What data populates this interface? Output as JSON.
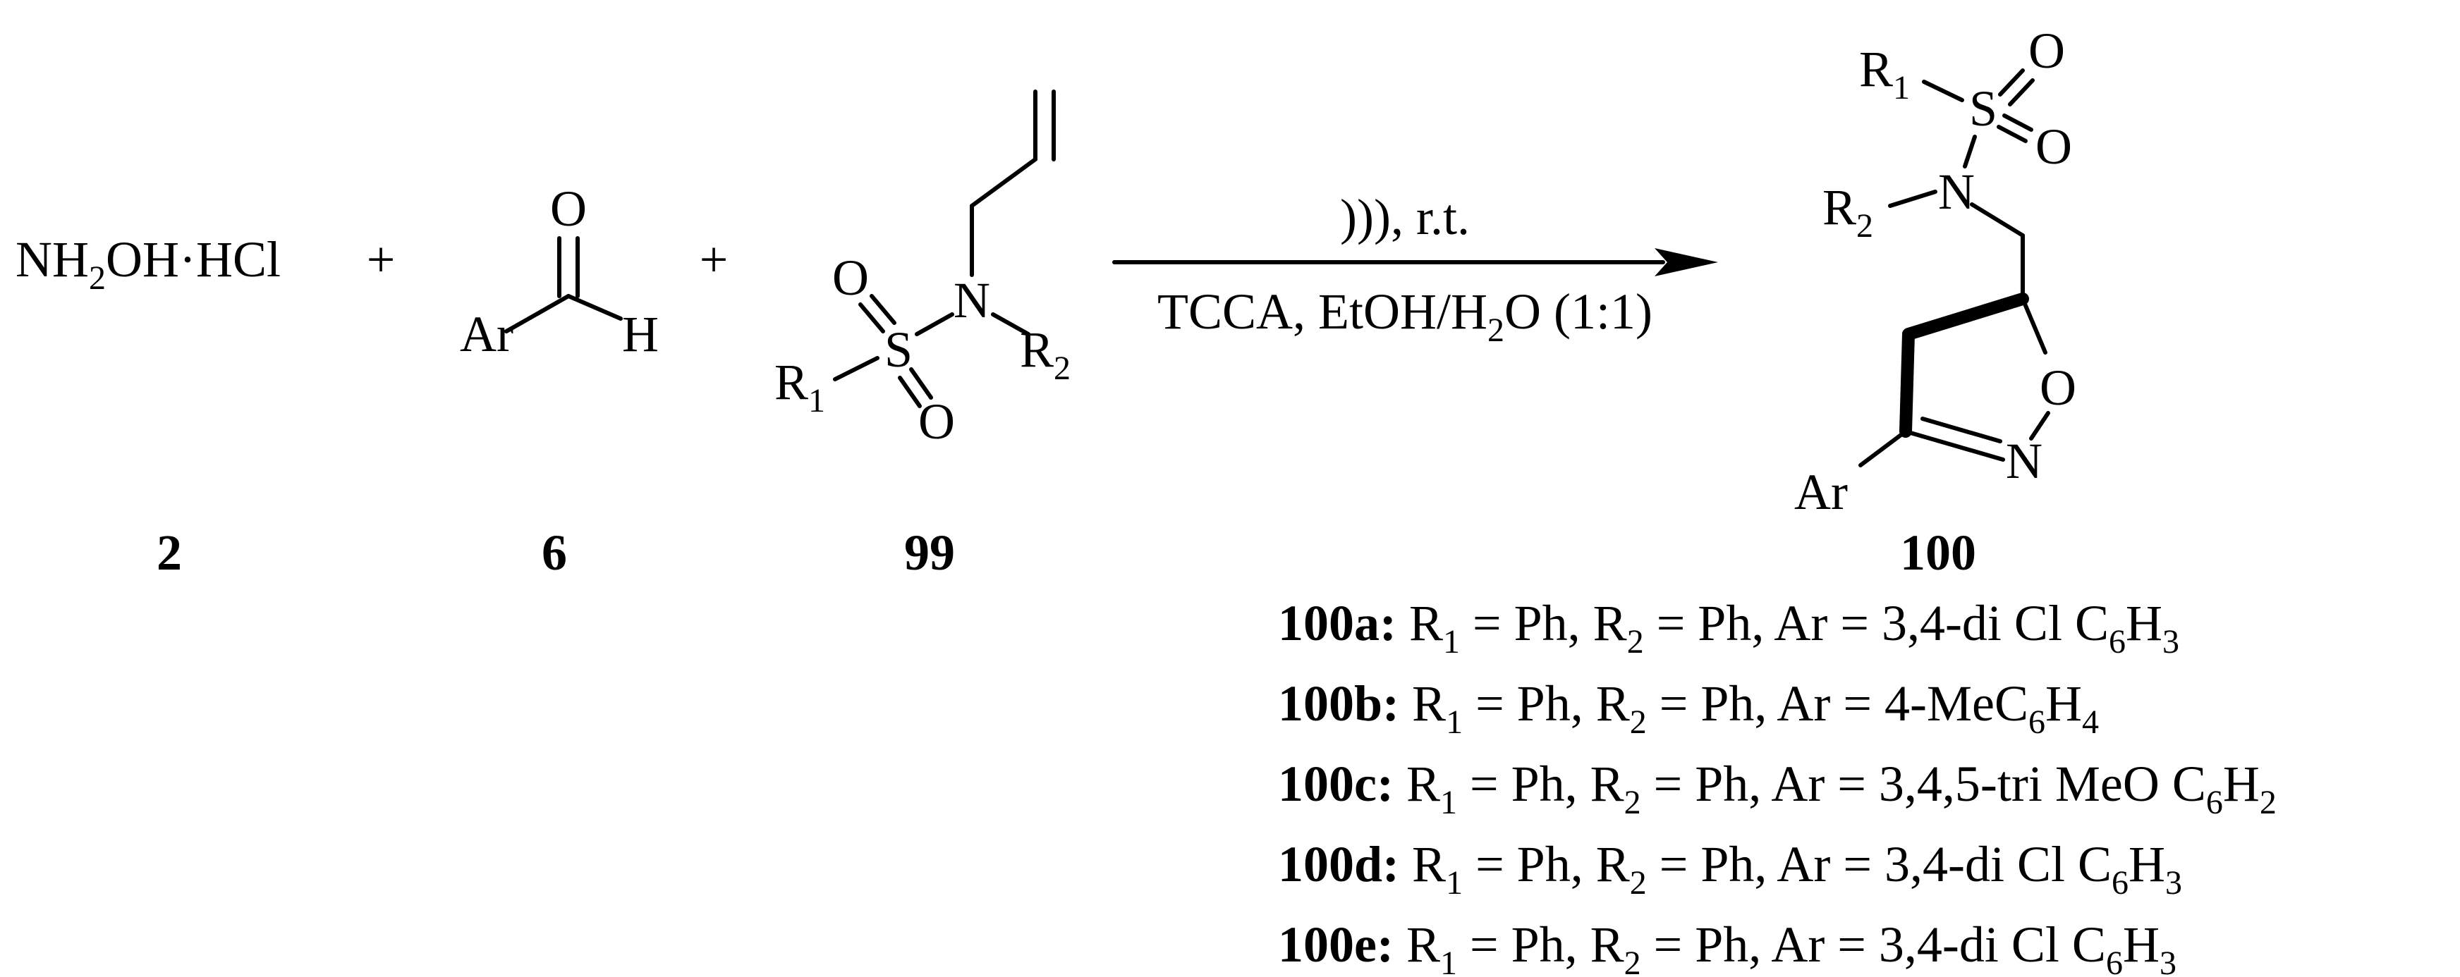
{
  "reagents": {
    "hydroxylamine": {
      "formula": "NH",
      "sub": "2",
      "rest": "OH·HCl",
      "label": "2"
    },
    "plus1": "+",
    "aldehyde": {
      "oxygen": "O",
      "ar": "Ar",
      "h": "H",
      "label": "6"
    },
    "plus2": "+",
    "sulfonamide": {
      "o_top": "O",
      "s": "S",
      "o_bottom": "O",
      "n": "N",
      "r1": "R",
      "r1_sub": "1",
      "r2": "R",
      "r2_sub": "2",
      "label": "99"
    }
  },
  "arrow": {
    "above": "))), r.t.",
    "below_pre": "TCCA, EtOH/H",
    "below_sub": "2",
    "below_post": "O (1:1)"
  },
  "product": {
    "r1": "R",
    "r1_sub": "1",
    "s": "S",
    "o1": "O",
    "o2": "O",
    "n_sulf": "N",
    "r2": "R",
    "r2_sub": "2",
    "o_ring": "O",
    "n_ring": "N",
    "ar": "Ar",
    "label": "100"
  },
  "variants": [
    {
      "id": "100a:",
      "r1": "Ph",
      "r2": "Ph",
      "ar_pre": "3,4-di Cl C",
      "ar_sub1": "6",
      "ar_mid": "H",
      "ar_sub2": "3"
    },
    {
      "id": "100b:",
      "r1": "Ph",
      "r2": "Ph",
      "ar_pre": "4-MeC",
      "ar_sub1": "6",
      "ar_mid": "H",
      "ar_sub2": "4"
    },
    {
      "id": "100c:",
      "r1": "Ph",
      "r2": "Ph",
      "ar_pre": "3,4,5-tri MeO C",
      "ar_sub1": "6",
      "ar_mid": "H",
      "ar_sub2": "2"
    },
    {
      "id": "100d:",
      "r1": "Ph",
      "r2": "Ph",
      "ar_pre": "3,4-di Cl C",
      "ar_sub1": "6",
      "ar_mid": "H",
      "ar_sub2": "3"
    },
    {
      "id": "100e:",
      "r1": "Ph",
      "r2": "Ph",
      "ar_pre": "3,4-di Cl C",
      "ar_sub1": "6",
      "ar_mid": "H",
      "ar_sub2": "3"
    }
  ],
  "variant_text": {
    "r1_prefix": "R",
    "r1_sub": "1",
    "eq": " = ",
    "sep": ", ",
    "r2_prefix": "R",
    "r2_sub": "2",
    "ar_prefix": "Ar = "
  }
}
